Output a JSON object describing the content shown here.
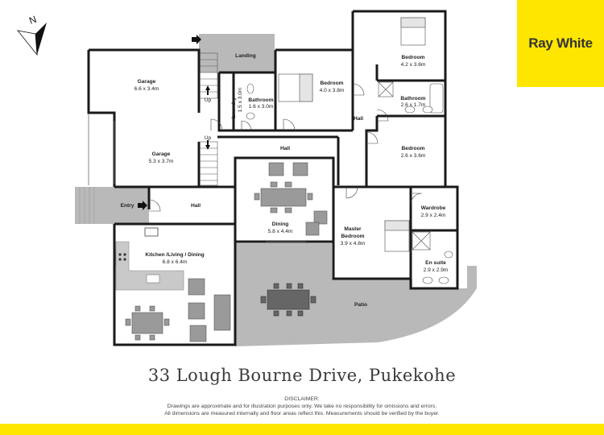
{
  "brand": {
    "logo_text": "Ray White",
    "color": "#ffe600"
  },
  "compass": {
    "label": "N"
  },
  "address": "33 Lough Bourne Drive, Pukekohe",
  "disclaimer": {
    "title": "DISCLAIMER:",
    "line1": "Drawings are approximate and for illustration purposes only. We take no responsibility for omissions and errors.",
    "line2": "All dimensions are measured internally and floor areas reflect this. Measurements should be verified by the buyer."
  },
  "colors": {
    "wall": "#1a1a1a",
    "floor": "#ffffff",
    "grey_area": "#b9b9b9",
    "furniture": "#9a9a9a"
  },
  "rooms": {
    "garage1": {
      "name": "Garage",
      "dims": "6.6 x 3.4m"
    },
    "garage2": {
      "name": "Garage",
      "dims": "5.3 x 3.7m"
    },
    "landing": {
      "name": "Landing"
    },
    "laundry": {
      "name": "Laundry",
      "dims": "1.5 x 3.0m"
    },
    "bathroom1": {
      "name": "Bathroom",
      "dims": "1.6 x 3.0m"
    },
    "bedroom1": {
      "name": "Bedroom",
      "dims": "4.0 x 3.8m"
    },
    "bedroom2": {
      "name": "Bedroom",
      "dims": "4.2 x 3.6m"
    },
    "bathroom2": {
      "name": "Bathroom",
      "dims": "2.6 x 1.7m"
    },
    "bedroom3": {
      "name": "Bedroom",
      "dims": "2.6 x 3.6m"
    },
    "hall_right": {
      "name": "Hall"
    },
    "hall_mid": {
      "name": "Hall"
    },
    "hall_left": {
      "name": "Hall"
    },
    "entry": {
      "name": "Entry"
    },
    "dining": {
      "name": "Dining",
      "dims": "5.8 x 4.4m"
    },
    "master": {
      "name": "Master",
      "name2": "Bedroom",
      "dims": "3.9 x 4.8m"
    },
    "wardrobe": {
      "name": "Wardrobe",
      "dims": "2.9 x 2.4m"
    },
    "ensuite": {
      "name": "En suite",
      "dims": "2.9 x 2.9m"
    },
    "kitchen": {
      "name": "Kitchen /Living / Dining",
      "dims": "6.8 x 6.4m"
    },
    "patio": {
      "name": "Patio"
    }
  },
  "stairs": {
    "up1": "Up",
    "up2": "Up"
  }
}
